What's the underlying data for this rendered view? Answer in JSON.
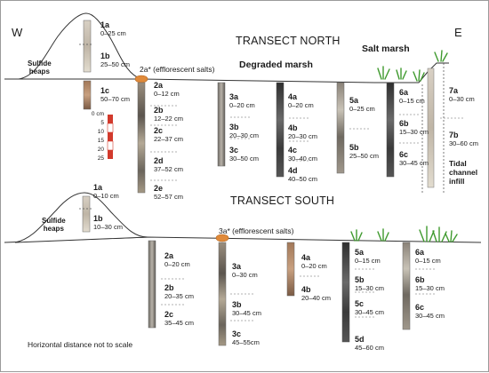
{
  "directions": {
    "west": "W",
    "east": "E"
  },
  "north": {
    "title": "TRANSECT NORTH",
    "zone_salt": "Salt marsh",
    "zone_degraded": "Degraded marsh",
    "heap_label": [
      "Sulfide",
      "heaps"
    ],
    "efflorescent": "2a* (efflorescent salts)",
    "tidal_label": [
      "Tidal",
      "channel",
      "infill"
    ],
    "samples": {
      "s1a": [
        "1a",
        "0–25 cm"
      ],
      "s1b": [
        "1b",
        "25–50 cm"
      ],
      "s1c": [
        "1c",
        "50–70 cm"
      ],
      "s2a": [
        "2a",
        "0–12 cm"
      ],
      "s2b": [
        "2b",
        "12–22 cm"
      ],
      "s2c": [
        "2c",
        "22–37 cm"
      ],
      "s2d": [
        "2d",
        "37–52 cm"
      ],
      "s2e": [
        "2e",
        "52–57 cm"
      ],
      "s3a": [
        "3a",
        "0–20 cm"
      ],
      "s3b": [
        "3b",
        "20–30 cm"
      ],
      "s3c": [
        "3c",
        "30–50 cm"
      ],
      "s4a": [
        "4a",
        "0–20 cm"
      ],
      "s4b": [
        "4b",
        "20–30 cm"
      ],
      "s4c": [
        "4c",
        "30–40 cm"
      ],
      "s4d": [
        "4d",
        "40–50 cm"
      ],
      "s5a": [
        "5a",
        "0–25 cm"
      ],
      "s5b": [
        "5b",
        "25–50 cm"
      ],
      "s6a": [
        "6a",
        "0–15 cm"
      ],
      "s6b": [
        "6b",
        "15–30 cm"
      ],
      "s6c": [
        "6c",
        "30–45 cm"
      ],
      "s7a": [
        "7a",
        "0–30 cm"
      ],
      "s7b": [
        "7b",
        "30–60 cm"
      ]
    }
  },
  "south": {
    "title": "TRANSECT SOUTH",
    "heap_label": [
      "Sulfide",
      "heaps"
    ],
    "efflorescent": "3a* (efflorescent salts)",
    "samples": {
      "s1a": [
        "1a",
        "0–10 cm"
      ],
      "s1b": [
        "1b",
        "10–30 cm"
      ],
      "s2a": [
        "2a",
        "0–20 cm"
      ],
      "s2b": [
        "2b",
        "20–35 cm"
      ],
      "s2c": [
        "2c",
        "35–45 cm"
      ],
      "s3a": [
        "3a",
        "0–30 cm"
      ],
      "s3b": [
        "3b",
        "30–45 cm"
      ],
      "s3c": [
        "3c",
        "45–55cm"
      ],
      "s4a": [
        "4a",
        "0–20 cm"
      ],
      "s4b": [
        "4b",
        "20–40 cm"
      ],
      "s5a": [
        "5a",
        "0–15 cm"
      ],
      "s5b": [
        "5b",
        "15–30 cm"
      ],
      "s5c": [
        "5c",
        "30–45 cm"
      ],
      "s5d": [
        "5d",
        "45–60 cm"
      ],
      "s6a": [
        "6a",
        "0–15 cm"
      ],
      "s6b": [
        "6b",
        "15–30 cm"
      ],
      "s6c": [
        "6c",
        "30–45 cm"
      ]
    }
  },
  "scale": {
    "ticks": [
      "0 cm",
      "5",
      "10",
      "15",
      "20",
      "25"
    ]
  },
  "note": "Horizontal distance not to scale",
  "colors": {
    "plant": "#3f9a2e",
    "salt_crust": "#e08a3a",
    "core_dark": "#3c3c3c",
    "scale_red": "#d23a2c"
  }
}
